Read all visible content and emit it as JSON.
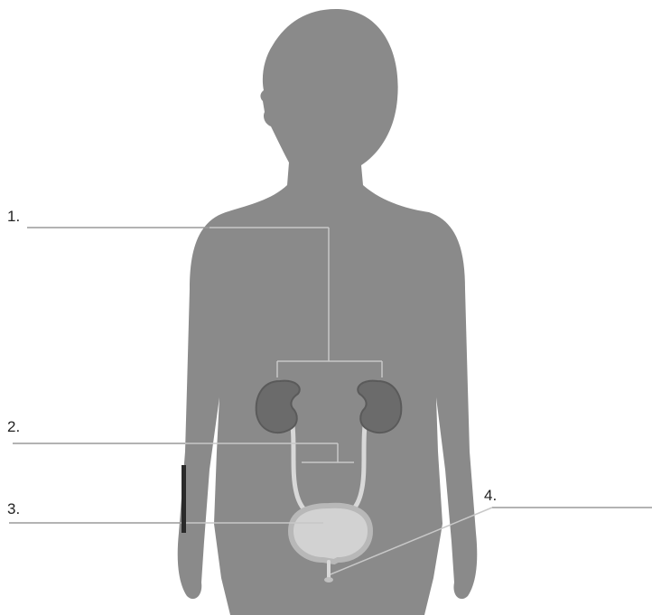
{
  "labels": {
    "l1": "1.",
    "l2": "2.",
    "l3": "3.",
    "l4": "4."
  },
  "colors": {
    "body": "#8a8a8a",
    "kidney": "#6b6b6b",
    "kidney_outline": "#5a5a5a",
    "ureter": "#d8d8d8",
    "bladder_fill": "#d2d2d2",
    "bladder_wall": "#b8b8b8",
    "leader_on_body": "#c8c8c8",
    "leader_off_body": "#9a9a9a"
  }
}
